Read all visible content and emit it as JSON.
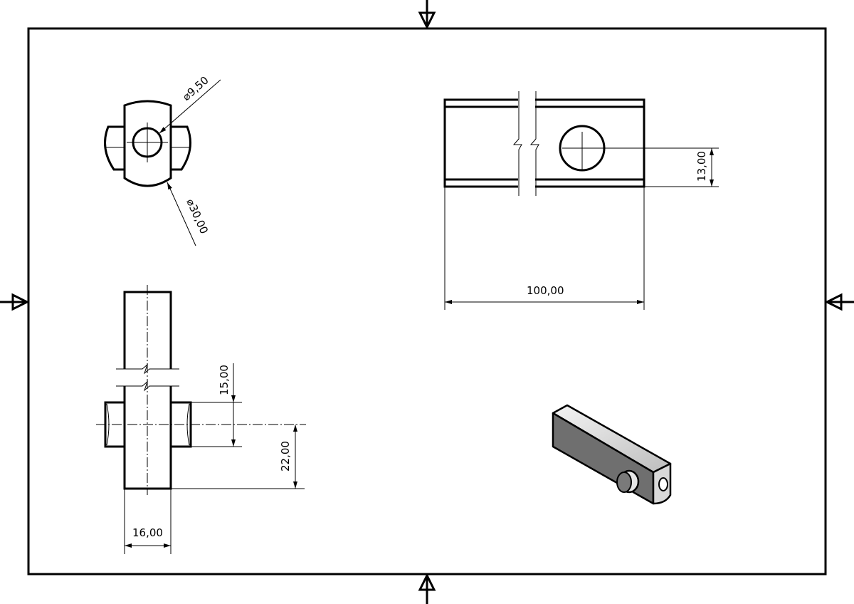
{
  "drawing": {
    "views": [
      "end-view",
      "side-view",
      "front-view",
      "isometric-view"
    ],
    "dimensions": {
      "hole_diameter": "⌀9,50",
      "body_diameter": "⌀30,00",
      "hole_offset": "13,00",
      "length": "100,00",
      "pin_width": "15,00",
      "pin_position": "22,00",
      "body_width": "16,00"
    },
    "colors": {
      "line": "#000000",
      "shade_dark": "#6f6f6f",
      "shade_light": "#d9d9d9"
    }
  }
}
